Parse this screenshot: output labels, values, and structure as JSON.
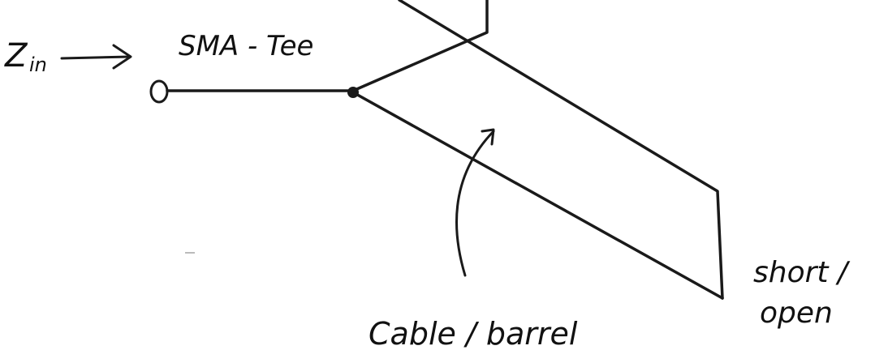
{
  "labels": {
    "zin_base": "Z",
    "zin_sub": "in",
    "tee": "SMA - Tee",
    "cable": "Cable / barrel",
    "termination_line1": "short /",
    "termination_line2": "open"
  },
  "ink_color": "#1a1a1a"
}
